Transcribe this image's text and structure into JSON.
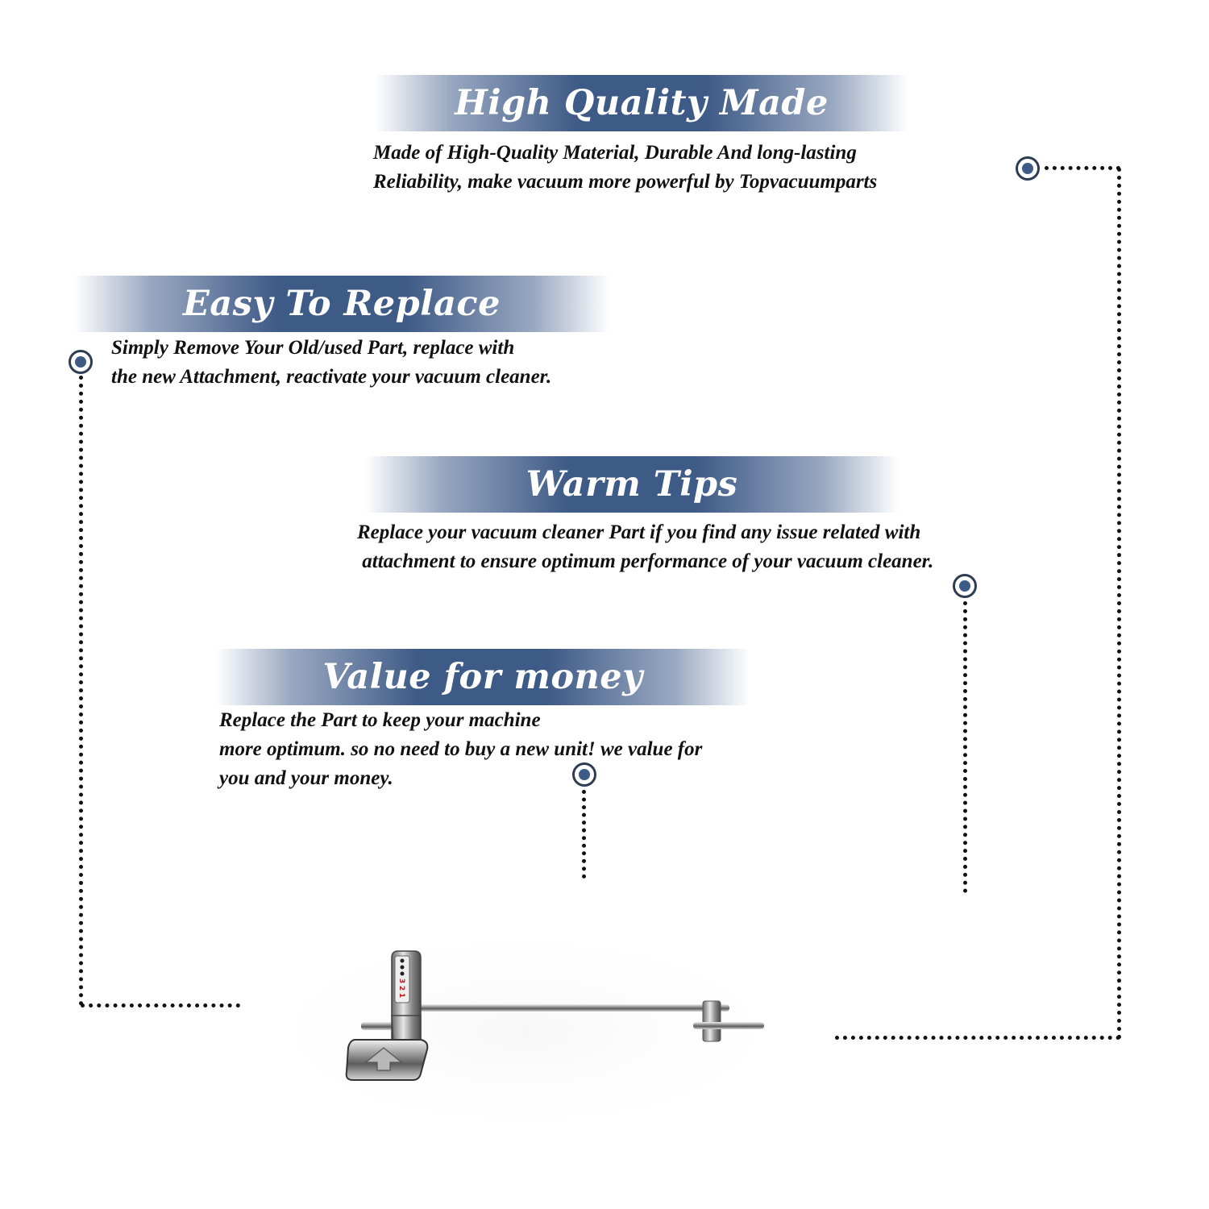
{
  "sections": [
    {
      "title": "High Quality Made",
      "lines": [
        "Made of  High-Quality Material, Durable And long-lasting",
        "Reliability, make vacuum more powerful by Topvacuumparts"
      ]
    },
    {
      "title": "Easy To Replace",
      "lines": [
        "Simply Remove Your Old/used Part, replace with",
        "the new Attachment, reactivate your vacuum cleaner."
      ]
    },
    {
      "title": "Warm Tips",
      "lines": [
        "Replace your vacuum cleaner Part if you find any issue related with",
        " attachment to ensure optimum performance of your vacuum cleaner."
      ]
    },
    {
      "title": "Value for money",
      "lines": [
        "Replace the Part to keep your machine",
        "more optimum. so no need to buy a new unit! we value for",
        "you and your money."
      ]
    }
  ],
  "product": {
    "dial_numbers": [
      "3",
      "2",
      "1"
    ],
    "accent_color": "#3e5a86"
  }
}
